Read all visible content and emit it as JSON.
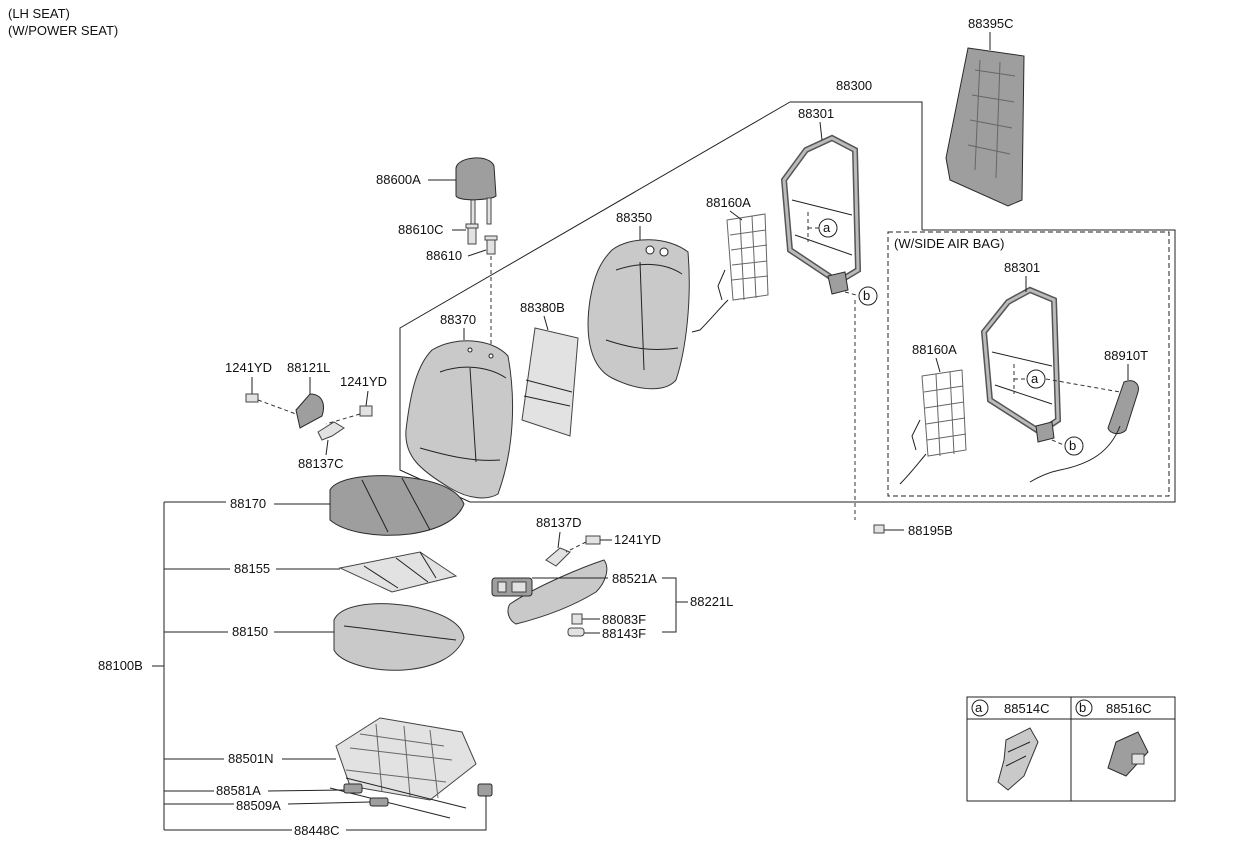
{
  "notes": {
    "seat_side": "(LH SEAT)",
    "seat_type": "(W/POWER SEAT)",
    "inset_title": "(W/SIDE AIR BAG)"
  },
  "labels": {
    "p88395C": "88395C",
    "p88300": "88300",
    "p88301": "88301",
    "p88301_airbag": "88301",
    "p88600A": "88600A",
    "p88610C": "88610C",
    "p88610": "88610",
    "p88350": "88350",
    "p88160A": "88160A",
    "p88160A_airbag": "88160A",
    "p88910T": "88910T",
    "p88370": "88370",
    "p88380B": "88380B",
    "p1241YD_left": "1241YD",
    "p88121L": "88121L",
    "p1241YD_right": "1241YD",
    "p88137C": "88137C",
    "p88170": "88170",
    "p88195B": "88195B",
    "p88137D": "88137D",
    "p1241YD_lower": "1241YD",
    "p88155": "88155",
    "p88521A": "88521A",
    "p88221L": "88221L",
    "p88150": "88150",
    "p88083F": "88083F",
    "p88143F": "88143F",
    "p88100B": "88100B",
    "p88501N": "88501N",
    "p88581A": "88581A",
    "p88509A": "88509A",
    "p88448C": "88448C"
  },
  "callouts": {
    "a": "a",
    "b": "b"
  },
  "legend": {
    "a_letter": "a",
    "a_part": "88514C",
    "b_letter": "b",
    "b_part": "88516C"
  }
}
